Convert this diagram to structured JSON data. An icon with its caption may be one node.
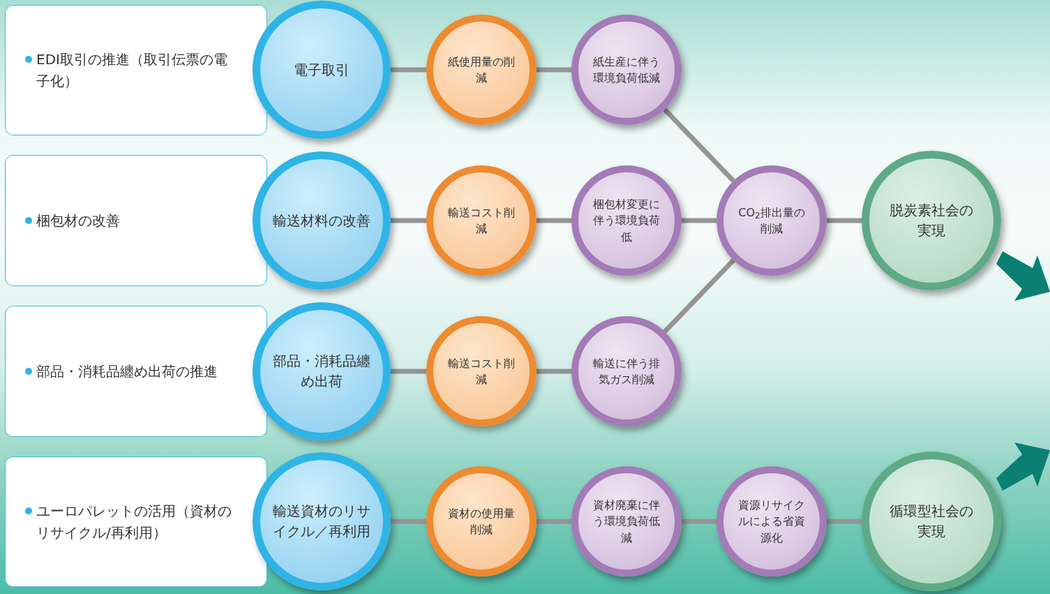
{
  "diagram": {
    "nodes": [
      {
        "text": [
          "EDI取引の推進（取引伝票の電子化）"
        ]
      },
      {
        "text": [
          "電子取引"
        ]
      },
      {
        "text": [
          "紙使用量の削減"
        ]
      },
      {
        "text": [
          "紙生産に伴う環境負荷低減"
        ]
      },
      {
        "text": [
          "梱包材の改善"
        ]
      },
      {
        "text": [
          "輸送材料の改善"
        ]
      },
      {
        "text": [
          "輸送コスト削減"
        ]
      },
      {
        "text": [
          "梱包材変更に伴う環境負荷低"
        ]
      },
      {
        "text": [
          "CO$_{2}$排出量の削減"
        ]
      },
      {
        "text": [
          "脱炭素社会の実現"
        ]
      },
      {
        "text": [
          "部品・消耗品纏め出荷の推進"
        ]
      },
      {
        "text": [
          "部品・消耗品纏め出荷"
        ]
      },
      {
        "text": [
          "輸送コスト削減"
        ]
      },
      {
        "text": [
          "輸送に伴う排気ガス削減"
        ]
      },
      {
        "text": [
          "ユーロパレットの活用（資材のリサイクル/再利用）"
        ]
      },
      {
        "text": [
          "輸送資材のリサイクル／再利用"
        ]
      },
      {
        "text": [
          "資材の使用量削減"
        ]
      },
      {
        "text": [
          "資材廃棄に伴う環境負荷低減"
        ]
      },
      {
        "text": [
          "資源リサイクルによる省資源化"
        ]
      },
      {
        "text": [
          "循環型社会の実現"
        ]
      }
    ],
    "edges": [
      {
        "from": 1,
        "to": 2,
        "arrow": "none"
      },
      {
        "from": 2,
        "to": 3,
        "arrow": "none"
      },
      {
        "from": 3,
        "to": 8,
        "arrow": "none"
      },
      {
        "from": 5,
        "to": 6,
        "arrow": "none"
      },
      {
        "from": 6,
        "to": 7,
        "arrow": "none"
      },
      {
        "from": 7,
        "to": 8,
        "arrow": "none"
      },
      {
        "from": 8,
        "to": 9,
        "arrow": "none"
      },
      {
        "from": 11,
        "to": 12,
        "arrow": "none"
      },
      {
        "from": 12,
        "to": 13,
        "arrow": "none"
      },
      {
        "from": 13,
        "to": 8,
        "arrow": "none"
      },
      {
        "from": 15,
        "to": 16,
        "arrow": "none"
      },
      {
        "from": 16,
        "to": 17,
        "arrow": "none"
      },
      {
        "from": 17,
        "to": 18,
        "arrow": "none"
      },
      {
        "from": 18,
        "to": 19,
        "arrow": "none"
      }
    ]
  }
}
